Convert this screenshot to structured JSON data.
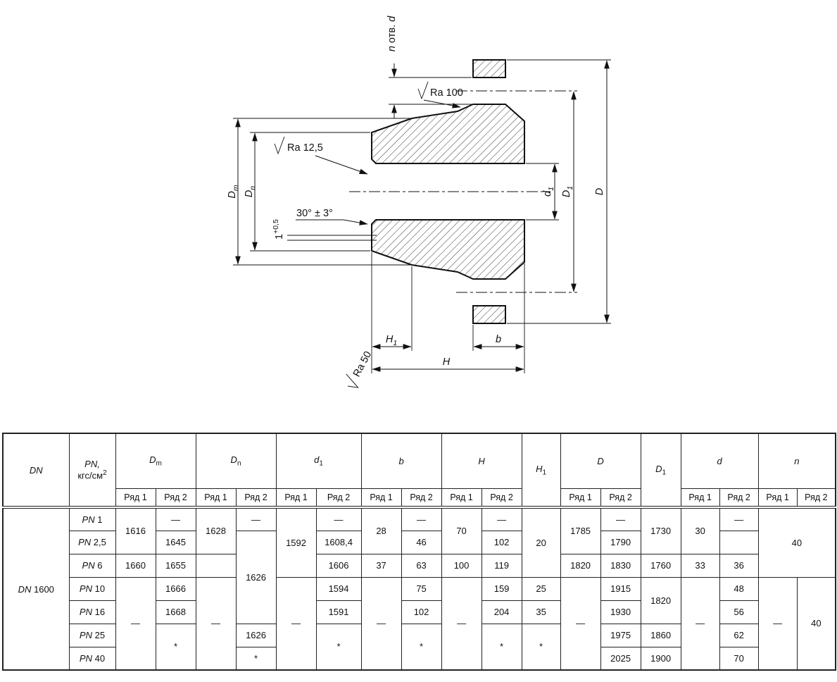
{
  "drawing": {
    "labels": {
      "n_holes_prefix": "n",
      "n_holes_mid": " отв. ",
      "n_holes_suffix": "d",
      "ra_top": "Ra 100",
      "ra_mid": "Ra 12,5",
      "ra_bottom": "Ra 50",
      "dim_dm_base": "D",
      "dim_dm_sub": "m",
      "dim_dn_base": "D",
      "dim_dn_sub": "n",
      "dim_d1_base": "d",
      "dim_d1_sub": "1",
      "dim_D1_base": "D",
      "dim_D1_sub": "1",
      "dim_D": "D",
      "dim_H1_base": "H",
      "dim_H1_sub": "1",
      "dim_H": "H",
      "dim_b": "b",
      "chamfer_len": "1",
      "chamfer_tol": "+0,5",
      "angle": "30° ± 3°"
    }
  },
  "table": {
    "headers": {
      "dn": "DN",
      "pn_line1": "PN,",
      "pn_line2": "кгс/см",
      "pn_sup": "2",
      "dm_base": "D",
      "dm_sub": "m",
      "dnn_base": "D",
      "dnn_sub": "n",
      "d1_base": "d",
      "d1_sub": "1",
      "b": "b",
      "h": "H",
      "h1_base": "H",
      "h1_sub": "1",
      "dbig": "D",
      "dbig1_base": "D",
      "dbig1_sub": "1",
      "dsmall": "d",
      "n": "n",
      "ryad1": "Ряд 1",
      "ryad2": "Ряд 2"
    },
    "body": {
      "dn_prefix": "DN",
      "dn_number": "1600",
      "pn_prefix": "PN",
      "pn_values": [
        "1",
        "2,5",
        "6",
        "10",
        "16",
        "25",
        "40"
      ],
      "dm1_r12": "1616",
      "dm1_r3": "1660",
      "dm1_r47": "—",
      "dm2_r1": "—",
      "dm2_r2": "1645",
      "dm2_r3": "1655",
      "dm2_r4": "1666",
      "dm2_r5": "1668",
      "dm2_r67": "*",
      "dn1_r12": "1628",
      "dn1_r3": "",
      "dn1_r47": "—",
      "dn2_r1": "—",
      "dn2_r25": "1626",
      "dn2_r6": "1626",
      "dn2_r7": "*",
      "d11_r13": "1592",
      "d11_r47": "—",
      "d12_r1": "—",
      "d12_r2": "1608,4",
      "d12_r3": "1606",
      "d12_r4": "1594",
      "d12_r5": "1591",
      "d12_r67": "*",
      "b1_r12": "28",
      "b1_r3": "37",
      "b1_r47": "—",
      "b2_r1": "—",
      "b2_r2": "46",
      "b2_r3": "63",
      "b2_r4": "75",
      "b2_r5": "102",
      "b2_r67": "*",
      "h1_r12": "70",
      "h1_r3": "100",
      "h1_r47": "—",
      "h2_r1": "—",
      "h2_r2": "102",
      "h2_r3": "119",
      "h2_r4": "159",
      "h2_r5": "204",
      "h2_r67": "*",
      "hh1_r13": "20",
      "hh1_r4": "25",
      "hh1_r5": "35",
      "hh1_r67": "*",
      "D1_r12": "1785",
      "D1_r3": "1820",
      "D1_r47": "—",
      "D2_r1": "—",
      "D2_r2": "1790",
      "D2_r3": "1830",
      "D2_r4": "1915",
      "D2_r5": "1930",
      "D2_r6": "1975",
      "D2_r7": "2025",
      "DD1_r12": "1730",
      "DD1_r3": "1760",
      "DD1_r45": "1820",
      "DD1_r6": "1860",
      "DD1_r7": "1900",
      "d1_r12": "30",
      "d1_r3": "33",
      "d1_r47": "—",
      "d2_r1": "—",
      "d2_r2": "",
      "d2_r3": "36",
      "d2_r4": "48",
      "d2_r5": "56",
      "d2_r6": "62",
      "d2_r7": "70",
      "n_r13": "40",
      "n1_r47": "—",
      "n2_r47": "40"
    }
  }
}
